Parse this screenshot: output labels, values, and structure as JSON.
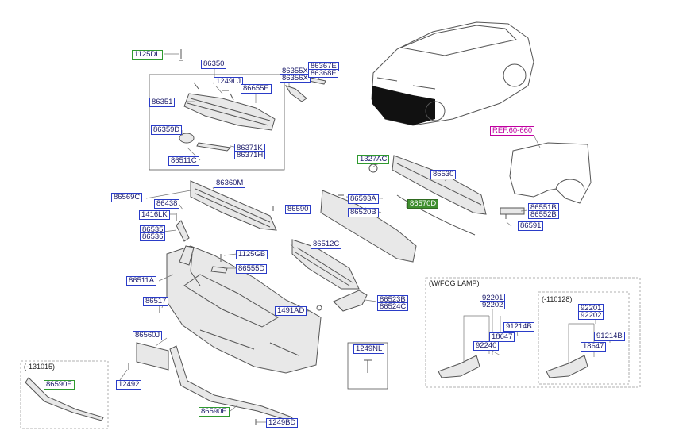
{
  "ref": "REF.60-660",
  "box_fog": "(W/FOG LAMP)",
  "box_110128": "(-110128)",
  "box_131015": "(-131015)",
  "part_1125DL": "1125DL",
  "part_86350": "86350",
  "part_1249LJ": "1249LJ",
  "part_86655E": "86655E",
  "part_86351": "86351",
  "part_86359D": "86359D",
  "part_86371K": "86371K",
  "part_86371H": "86371H",
  "part_86511C": "86511C",
  "part_86355X": "86355X",
  "part_86356X": "86356X",
  "part_86367E": "86367E",
  "part_86368F": "86368F",
  "part_1327AC": "1327AC",
  "part_86530": "86530",
  "part_86593A": "86593A",
  "part_86570D": "86570D",
  "part_86520B": "86520B",
  "part_86360M": "86360M",
  "part_86569C": "86569C",
  "part_86438": "86438",
  "part_86590": "86590",
  "part_1416LK": "1416LK",
  "part_86535": "86535",
  "part_86536": "86536",
  "part_1125GB": "1125GB",
  "part_86512C": "86512C",
  "part_86555D": "86555D",
  "part_86511A": "86511A",
  "part_86517": "86517",
  "part_86523B": "86523B",
  "part_86524C": "86524C",
  "part_1491AD": "1491AD",
  "part_86560J": "86560J",
  "part_1249NL": "1249NL",
  "part_12492": "12492",
  "part_86590E_a": "86590E",
  "part_86590E_b": "86590E",
  "part_1249BD": "1249BD",
  "part_86551B": "86551B",
  "part_86552B": "86552B",
  "part_86591": "86591",
  "part_92201_a": "92201",
  "part_92202_a": "92202",
  "part_91214B_a": "91214B",
  "part_18647_a": "18647",
  "part_92240": "92240",
  "part_92201_b": "92201",
  "part_92202_b": "92202",
  "part_91214B_b": "91214B",
  "part_18647_b": "18647"
}
